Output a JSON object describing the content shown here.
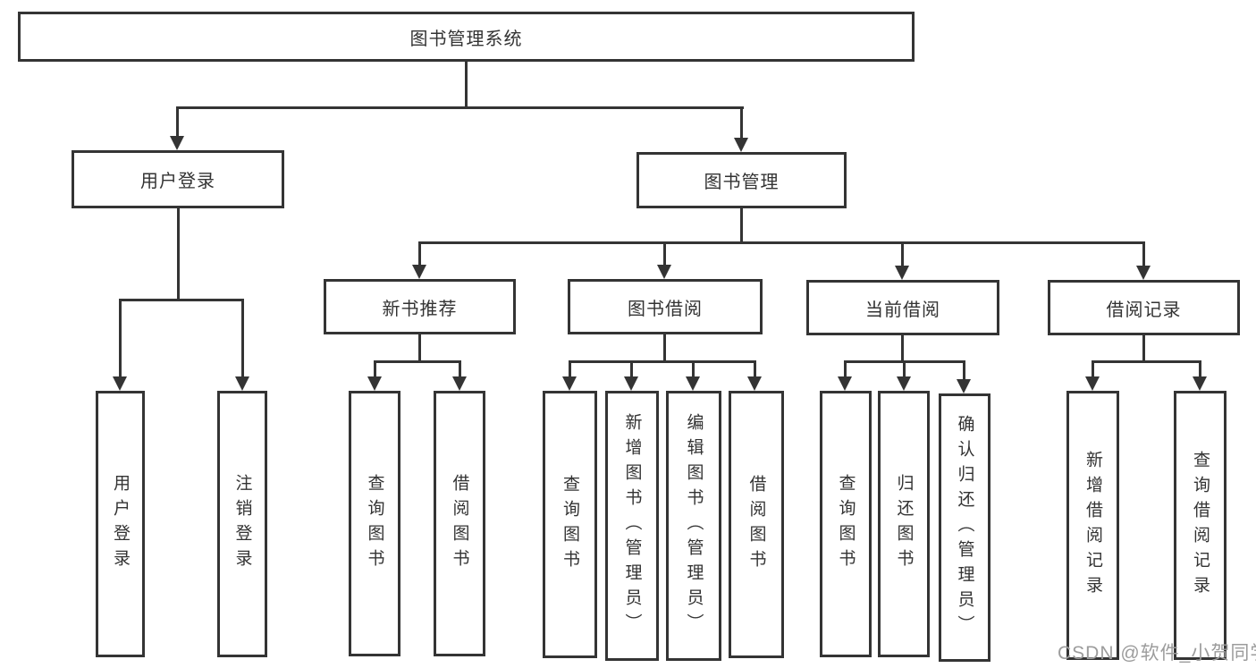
{
  "tree": {
    "label": "图书管理系统",
    "children": [
      {
        "label": "用户登录",
        "children": [
          {
            "label": "用户登录"
          },
          {
            "label": "注销登录"
          }
        ]
      },
      {
        "label": "图书管理",
        "children": [
          {
            "label": "新书推荐",
            "children": [
              {
                "label": "查询图书"
              },
              {
                "label": "借阅图书"
              }
            ]
          },
          {
            "label": "图书借阅",
            "children": [
              {
                "label": "查询图书"
              },
              {
                "label": "新增图书（管理员）"
              },
              {
                "label": "编辑图书（管理员）"
              },
              {
                "label": "借阅图书"
              }
            ]
          },
          {
            "label": "当前借阅",
            "children": [
              {
                "label": "查询图书"
              },
              {
                "label": "归还图书"
              },
              {
                "label": "确认归还（管理员）"
              }
            ]
          },
          {
            "label": "借阅记录",
            "children": [
              {
                "label": "新增借阅记录"
              },
              {
                "label": "查询借阅记录"
              }
            ]
          }
        ]
      }
    ]
  },
  "watermark": {
    "text": "CSDN @软件_小贺同学"
  },
  "colors": {
    "line": "#343434",
    "text": "#333333",
    "box_background": "#ffffff",
    "watermark": "#9c9c9c",
    "page_background": "#ffffff"
  }
}
